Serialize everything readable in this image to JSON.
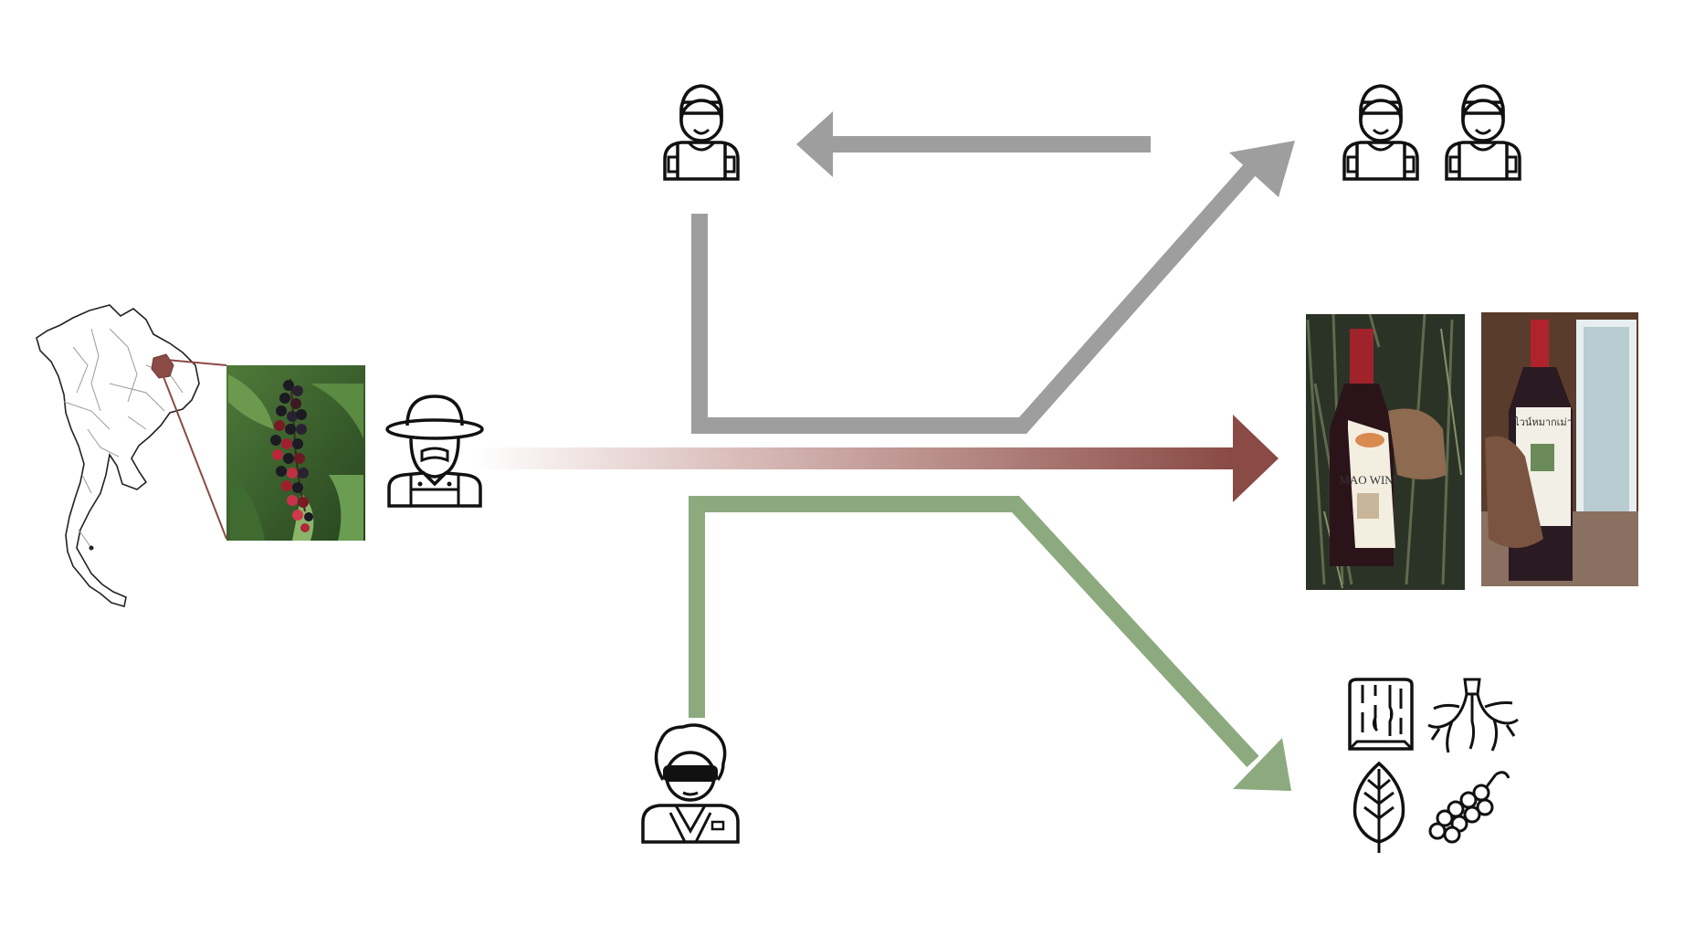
{
  "colors": {
    "gray_arrow": "#9e9e9e",
    "maroon_arrow": "#8a4a45",
    "green_arrow": "#8daa7f",
    "icon_stroke": "#111111"
  },
  "nodes": {
    "map": {
      "icon": "thailand-map-icon"
    },
    "berries_photo": {
      "icon": "mao-berries-photo"
    },
    "farmer": {
      "icon": "farmer-icon"
    },
    "student_single": {
      "icon": "student-icon"
    },
    "students_pair": {
      "icon": "student-icon"
    },
    "scientist": {
      "icon": "scientist-icon"
    },
    "wine_photo_1": {
      "label_text": "MAO WINE",
      "icon": "wine-bottle-photo"
    },
    "wine_photo_2": {
      "label_text": "ไวน์หมากเม่า",
      "icon": "wine-bottle-photo"
    },
    "plant_parts": {
      "icons": [
        "wood-bark-icon",
        "root-icon",
        "leaf-icon",
        "berry-cluster-icon"
      ]
    }
  },
  "flows": [
    {
      "from": "students_pair",
      "to": "student_single",
      "color": "gray"
    },
    {
      "from": "student_single",
      "to": "students_pair",
      "color": "gray"
    },
    {
      "from": "farmer",
      "to": "wine_photos",
      "color": "maroon"
    },
    {
      "from": "scientist",
      "to": "plant_parts",
      "color": "green"
    }
  ]
}
